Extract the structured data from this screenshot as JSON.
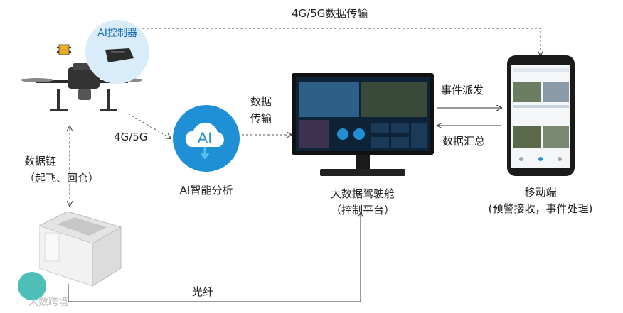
{
  "labels": {
    "top_link": "4G/5G数据传输",
    "ai_controller": "AI控制器",
    "drone_to_cloud": "4G/5G",
    "cloud_to_screen_1": "数据",
    "cloud_to_screen_2": "传输",
    "ai_analysis": "AI智能分析",
    "cockpit_1": "大数据驾驶舱",
    "cockpit_2": "（控制平台）",
    "dispatch": "事件派发",
    "collect": "数据汇总",
    "mobile_1": "移动端",
    "mobile_2": "(预警接收，事件处理)",
    "datalink_1": "数据链",
    "datalink_2": "（起飞、回仓）",
    "fiber": "光纤",
    "cloud_ai": "AI",
    "watermark": "大数跨境"
  },
  "colors": {
    "cloud_blue": "#1f8fd6",
    "cloud_light": "#5bc0f0",
    "screen_dark": "#0e2338",
    "watermark": "#4cc0b8"
  },
  "icons": [
    "drone-icon",
    "ai-chip-icon",
    "ai-controller-box-icon",
    "ai-cloud-icon",
    "monitor-icon",
    "smartphone-icon",
    "drone-dock-icon"
  ]
}
